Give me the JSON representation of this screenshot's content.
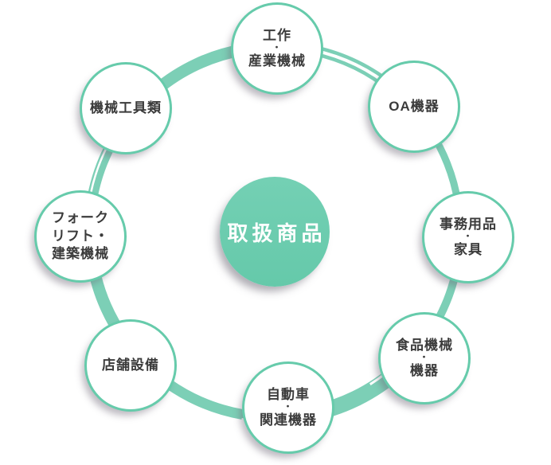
{
  "diagram": {
    "center_label": "取扱商品",
    "categories": [
      {
        "name": "industrial-machinery",
        "lines": [
          "工作",
          "・",
          "産業機械"
        ]
      },
      {
        "name": "oa-equipment",
        "lines": [
          "OA機器"
        ]
      },
      {
        "name": "office-supplies-furniture",
        "lines": [
          "事務用品",
          "・",
          "家具"
        ]
      },
      {
        "name": "food-machinery-equipment",
        "lines": [
          "食品機械",
          "・",
          "機器"
        ]
      },
      {
        "name": "automobile-related-equipment",
        "lines": [
          "自動車",
          "・",
          "関連機器"
        ]
      },
      {
        "name": "store-equipment",
        "lines": [
          "店舗設備"
        ]
      },
      {
        "name": "forklift-construction-machinery",
        "lines": [
          "フォーク",
          "リフト・",
          "建築機械"
        ]
      },
      {
        "name": "machine-tools",
        "lines": [
          "機械工具類"
        ]
      }
    ],
    "colors": {
      "ring": "#7ccfb6",
      "center_fill": "#68cbac",
      "bubble_border": "#66cbab",
      "label_text": "#3b3b3b",
      "center_text": "#ffffff"
    }
  }
}
